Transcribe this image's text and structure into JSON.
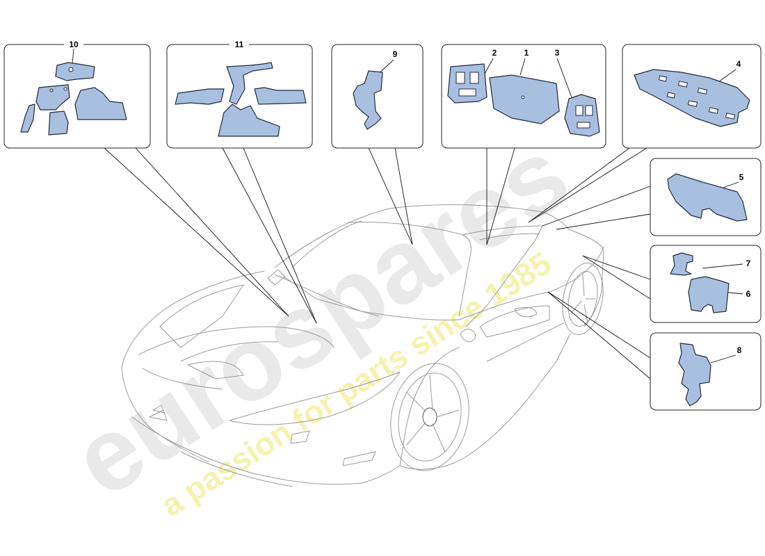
{
  "diagram": {
    "callouts": {
      "c1": "1",
      "c2": "2",
      "c3": "3",
      "c4": "4",
      "c5": "5",
      "c6": "6",
      "c7": "7",
      "c8": "8",
      "c9": "9",
      "c10": "10",
      "c11": "11"
    },
    "part_color": "#a8bfe0",
    "frame_color": "#222222",
    "car_line_color": "#9a9a9a"
  },
  "watermark": {
    "brand": "eurospares",
    "tagline": "a passion for parts since 1985",
    "brand_color": "#e6e6e6",
    "tagline_color": "#f3f0a0"
  }
}
